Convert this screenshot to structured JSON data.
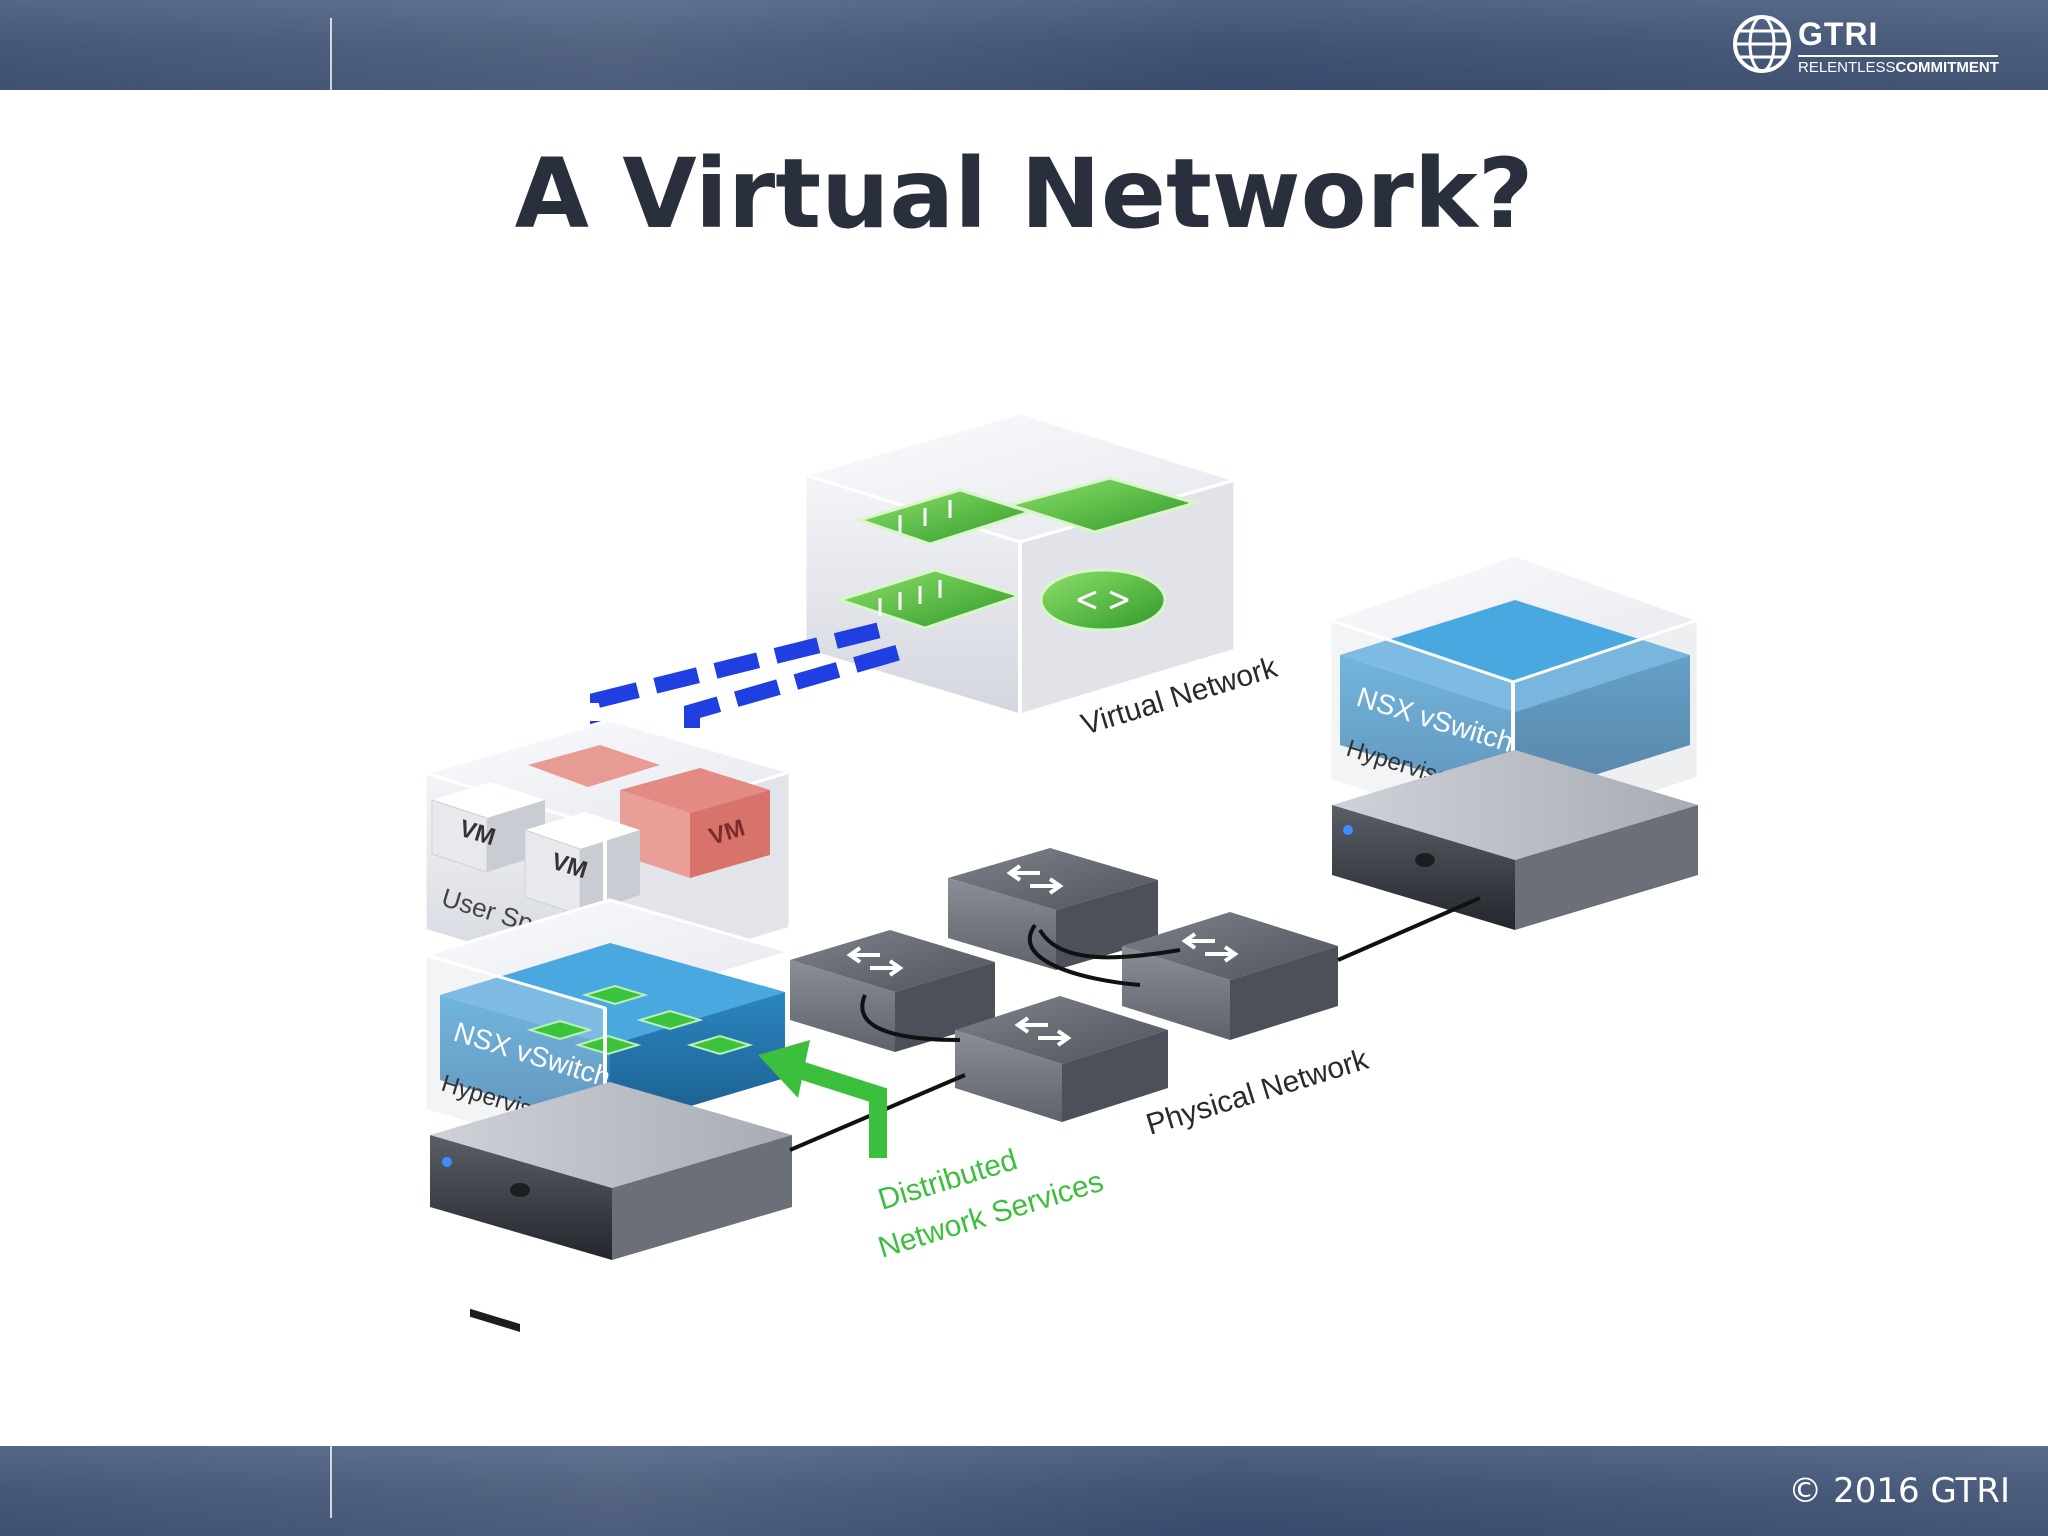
{
  "header": {
    "logo_name": "GTRI",
    "logo_tag_light": "RELENTLESS",
    "logo_tag_bold": "COMMITMENT"
  },
  "title": "A Virtual Network?",
  "diagram": {
    "virtual_network_label": "Virtual Network",
    "physical_network_label": "Physical Network",
    "user_space_label": "User Space",
    "vm_label": "VM",
    "left_vswitch_label": "NSX vSwitch",
    "left_hypervisor_label": "Hypervisor",
    "right_vswitch_label": "NSX vSwitch",
    "right_hypervisor_label": "Hypervisor",
    "services_line1": "Distributed",
    "services_line2": "Network Services"
  },
  "colors": {
    "header_band": "#3c4f70",
    "title": "#2a2f3e",
    "vswitch_blue": "#2e8bc6",
    "vm_red": "#e0837c",
    "service_green": "#3cbf3c",
    "dashed_link": "#1f3fe0"
  },
  "footer": {
    "copyright": "© 2016 GTRI"
  }
}
